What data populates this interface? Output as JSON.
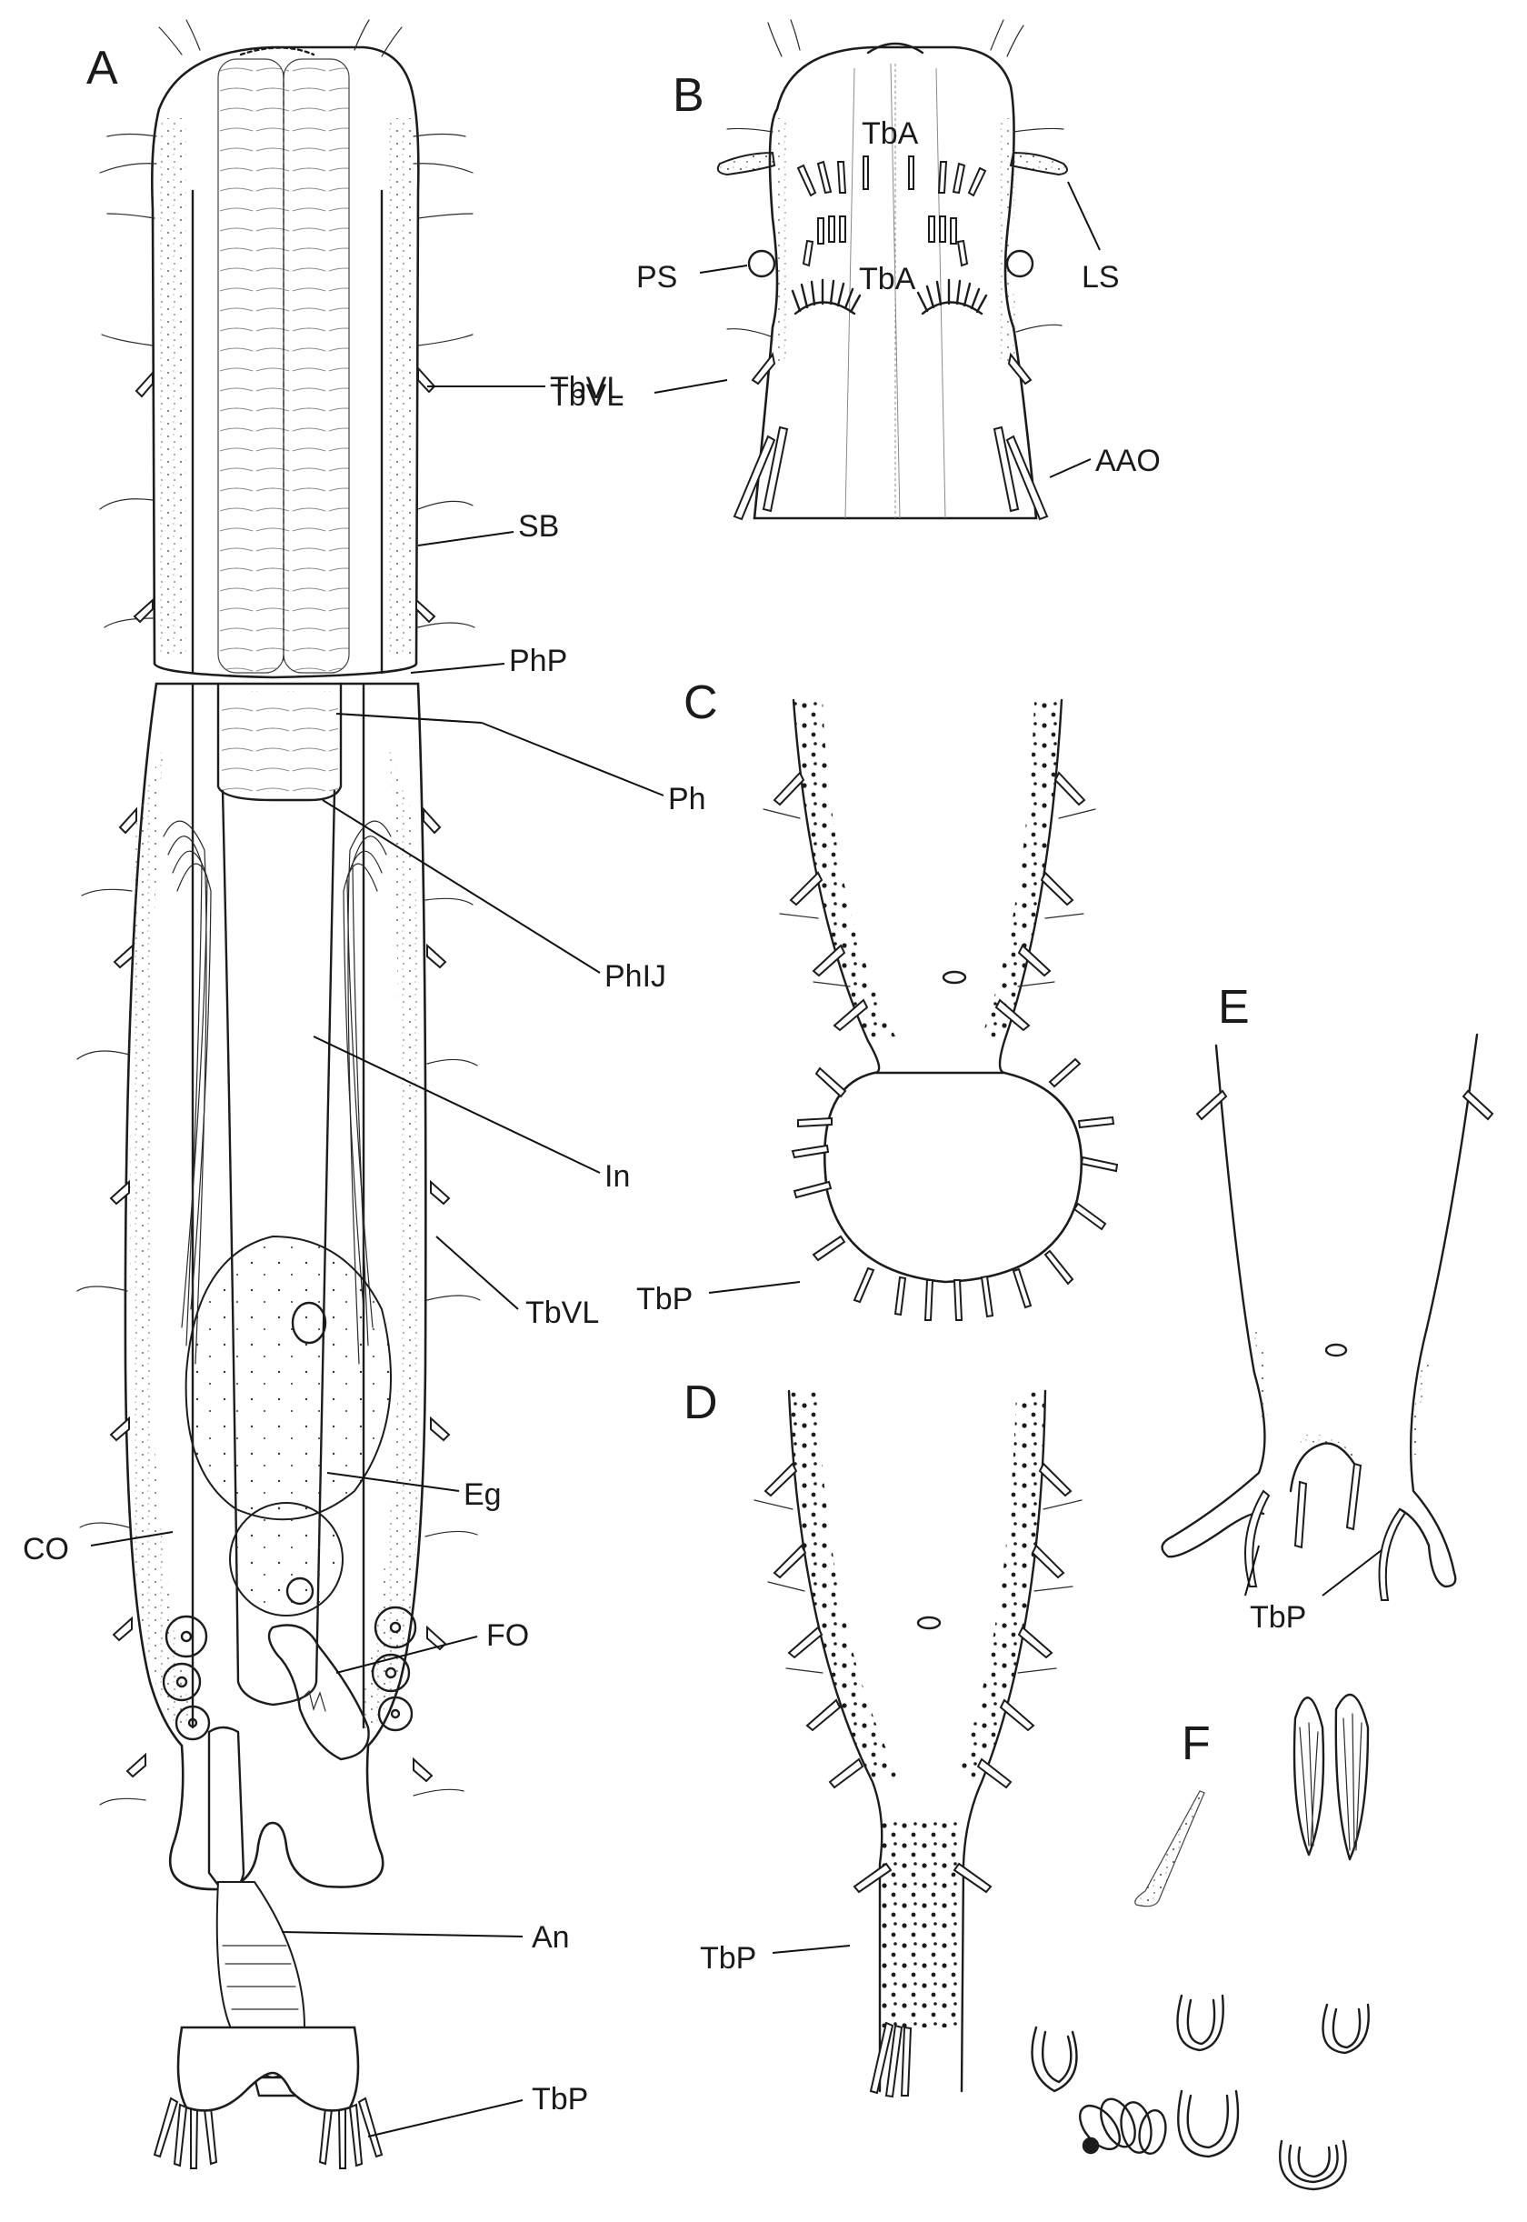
{
  "panels": [
    "A",
    "B",
    "C",
    "D",
    "E",
    "F"
  ],
  "labels": {
    "A": [
      "TbVL",
      "SB",
      "PhP",
      "Ph",
      "PhIJ",
      "In",
      "TbVL",
      "Eg",
      "FO",
      "CO",
      "An",
      "TbP"
    ],
    "B": [
      "TbA",
      "TbA",
      "PS",
      "LS",
      "TbVL",
      "AAO"
    ],
    "C": [
      "TbP"
    ],
    "D": [
      "TbP"
    ],
    "E": [
      "TbP"
    ]
  }
}
